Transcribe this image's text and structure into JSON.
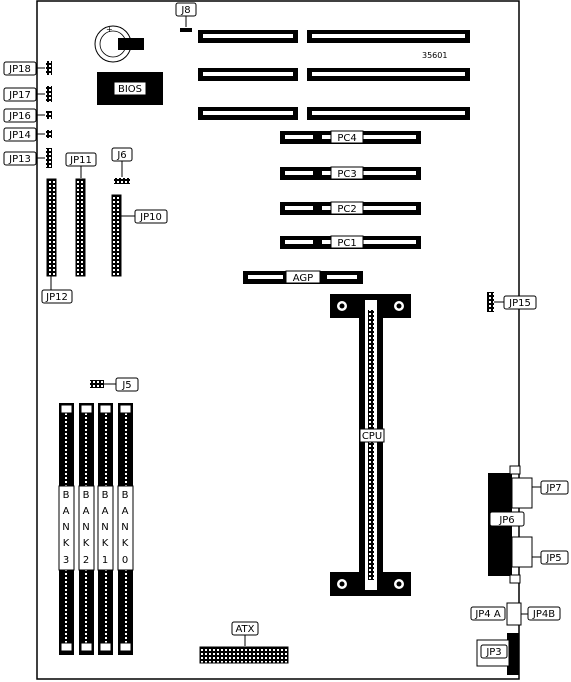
{
  "diagram_code": "35601",
  "chips": {
    "bios": "BIOS"
  },
  "jumpers": {
    "j8": "J8",
    "jp18": "JP18",
    "jp17": "JP17",
    "jp16": "JP16",
    "jp14": "JP14",
    "jp13": "JP13",
    "jp11": "JP11",
    "j6": "J6",
    "jp10": "JP10",
    "jp12": "JP12",
    "jp15": "JP15",
    "j5": "J5",
    "jp7": "JP7",
    "jp6": "JP6",
    "jp5": "JP5",
    "jp4a": "JP4 A",
    "jp4b": "JP4B",
    "jp3": "JP3"
  },
  "slots": {
    "pc4": "PC4",
    "pc3": "PC3",
    "pc2": "PC2",
    "pc1": "PC1",
    "agp": "AGP"
  },
  "cpu": {
    "label": "CPU"
  },
  "memory_banks": [
    {
      "letters": [
        "B",
        "A",
        "N",
        "K",
        "3"
      ]
    },
    {
      "letters": [
        "B",
        "A",
        "N",
        "K",
        "2"
      ]
    },
    {
      "letters": [
        "B",
        "A",
        "N",
        "K",
        "1"
      ]
    },
    {
      "letters": [
        "B",
        "A",
        "N",
        "K",
        "0"
      ]
    }
  ],
  "power": {
    "atx": "ATX"
  }
}
